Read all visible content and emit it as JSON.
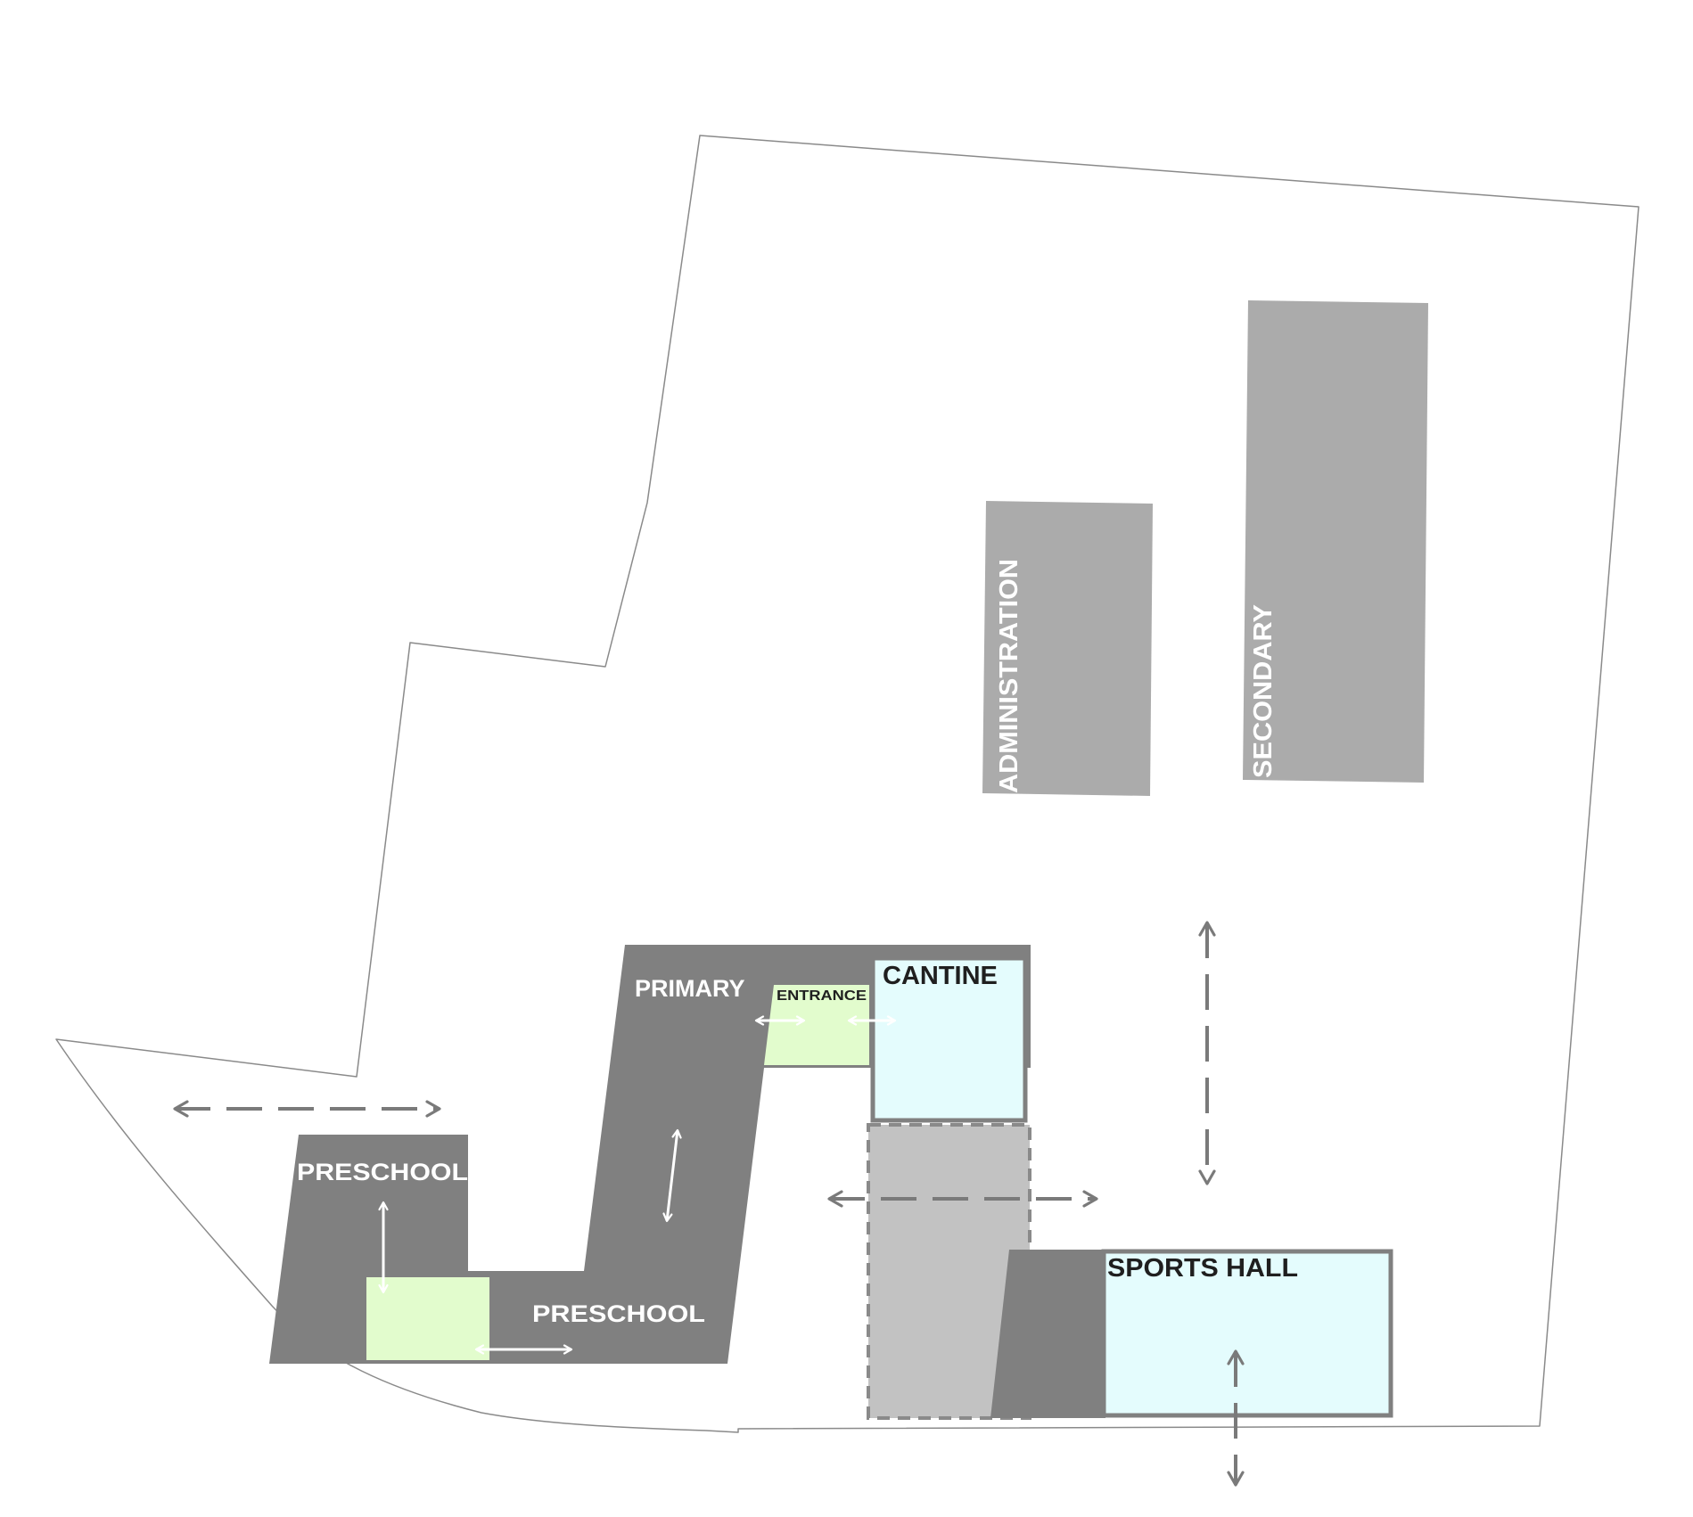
{
  "labels": {
    "administration": "ADMINISTRATION",
    "secondary": "SECONDARY",
    "primary": "PRIMARY",
    "entrance": "ENTRANCE",
    "cantine": "CANTINE",
    "preschool_left": "PRESCHOOL",
    "preschool_bottom": "PRESCHOOL",
    "sports_hall": "SPORTS HALL"
  },
  "colors": {
    "site_outline": "#8a8a8a",
    "existing_building": "#ababab",
    "new_building": "#808080",
    "courtyard_green": "#e2fccd",
    "hall_blue": "#e4fcfd",
    "covered_area": "#c2c2c2",
    "circulation_arrow": "#7a7a7a",
    "inner_arrow": "#ffffff"
  },
  "icons": {
    "circulation": "double-arrow-icon"
  }
}
